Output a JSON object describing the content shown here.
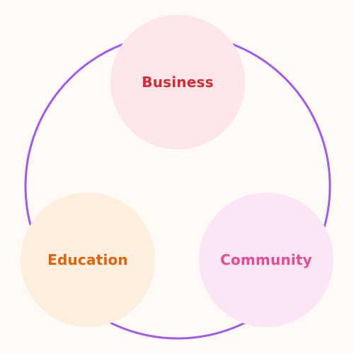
{
  "diagram": {
    "background": "#fefaf6",
    "ring_color": "#a259f0",
    "nodes": [
      {
        "label": "Business",
        "fill": "#fde6ea",
        "text_color": "#d52a34"
      },
      {
        "label": "Education",
        "fill": "#fdeedd",
        "text_color": "#e0620f"
      },
      {
        "label": "Community",
        "fill": "#fae6f4",
        "text_color": "#e44d93"
      }
    ]
  }
}
